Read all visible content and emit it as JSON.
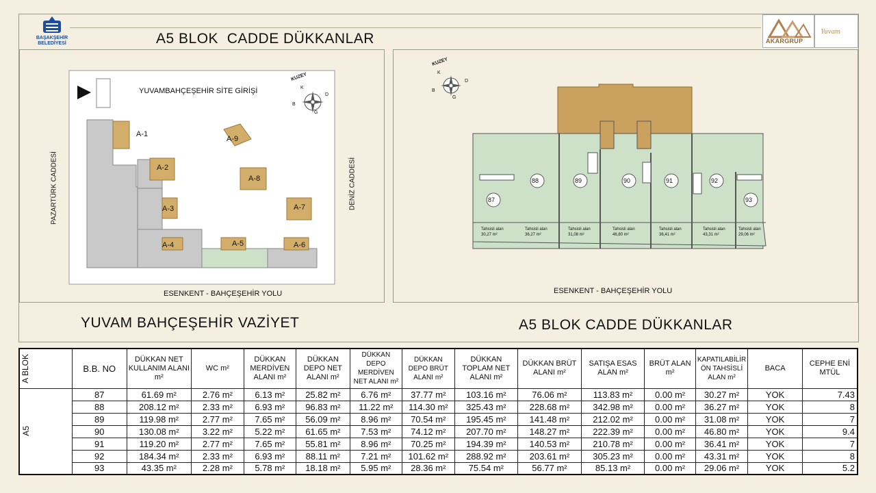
{
  "header": {
    "logo_text_1": "BAŞAKŞEHİR",
    "logo_text_2": "BELEDİYESİ",
    "title": "A5 BLOK  CADDE DÜKKANLAR",
    "brand_1": "AKARGRUP",
    "brand_2": "Yuvam"
  },
  "site_plan": {
    "entrance": "YUVAMBAHÇEŞEHİR SİTE GİRİŞİ",
    "left_road": "PAZARTÜRK CADDESİ",
    "right_road": "DENİZ CADDESİ",
    "bottom_road": "ESENKENT - BAHÇEŞEHİR YOLU",
    "compass": {
      "label": "KUZEY",
      "n": "K",
      "e": "D",
      "s": "G",
      "w": "B"
    },
    "blocks": [
      "A-1",
      "A-2",
      "A-3",
      "A-4",
      "A-5",
      "A-6",
      "A-7",
      "A-8",
      "A-9"
    ],
    "title": "YUVAM BAHÇEŞEHİR VAZİYET"
  },
  "floor_plan": {
    "road": "ESENKENT - BAHÇEŞEHİR YOLU",
    "compass": {
      "label": "KUZEY",
      "n": "K",
      "e": "D",
      "s": "G",
      "w": "B"
    },
    "units": [
      {
        "no": "87",
        "area_label": "Tahsisli alan",
        "area": "30,27 m²"
      },
      {
        "no": "88",
        "area_label": "Tahsisli alan",
        "area": "36,27 m²"
      },
      {
        "no": "89",
        "area_label": "Tahsisli alan",
        "area": "31,08 m²"
      },
      {
        "no": "90",
        "area_label": "Tahsisli alan",
        "area": "46,80 m²"
      },
      {
        "no": "91",
        "area_label": "Tahsisli alan",
        "area": "36,41 m²"
      },
      {
        "no": "92",
        "area_label": "Tahsisli alan",
        "area": "43,31 m²"
      },
      {
        "no": "93",
        "area_label": "Tahsisli alan",
        "area": "29,06 m²"
      }
    ],
    "title": "A5 BLOK CADDE DÜKKANLAR"
  },
  "table": {
    "headers": [
      "A BLOK",
      "B.B. NO",
      "DÜKKAN NET KULLANIM ALANI m²",
      "WC m²",
      "DÜKKAN MERDİVEN ALANI m²",
      "DÜKKAN DEPO NET ALANI m²",
      "DÜKKAN DEPO MERDİVEN NET ALANI m²",
      "DÜKKAN DEPO BRÜT ALANI m²",
      "DÜKKAN TOPLAM NET ALANI m²",
      "DÜKKAN BRÜT ALANI m²",
      "SATIŞA ESAS ALAN m²",
      "BRÜT ALAN m²",
      "KAPATILABİLİR ÖN TAHSİSLİ ALAN m²",
      "BACA",
      "CEPHE ENİ MTÜL"
    ],
    "block": "A5",
    "rows": [
      [
        "87",
        "61.69 m²",
        "2.76 m²",
        "6.13 m²",
        "25.82 m²",
        "6.76 m²",
        "37.77 m²",
        "103.16 m²",
        "76.06 m²",
        "113.83 m²",
        "0.00 m²",
        "30.27 m²",
        "YOK",
        "7.43"
      ],
      [
        "88",
        "208.12 m²",
        "2.33 m²",
        "6.93 m²",
        "96.83 m²",
        "11.22 m²",
        "114.30 m²",
        "325.43 m²",
        "228.68 m²",
        "342.98 m²",
        "0.00 m²",
        "36.27 m²",
        "YOK",
        "8"
      ],
      [
        "89",
        "119.98 m²",
        "2.77 m²",
        "7.65 m²",
        "56.09 m²",
        "8.96 m²",
        "70.54 m²",
        "195.45 m²",
        "141.48 m²",
        "212.02 m²",
        "0.00 m²",
        "31.08 m²",
        "YOK",
        "7"
      ],
      [
        "90",
        "130.08 m²",
        "3.22 m²",
        "5.22 m²",
        "61.65 m²",
        "7.53 m²",
        "74.12 m²",
        "207.70 m²",
        "148.27 m²",
        "222.39 m²",
        "0.00 m²",
        "46.80 m²",
        "YOK",
        "9.4"
      ],
      [
        "91",
        "119.20 m²",
        "2.77 m²",
        "7.65 m²",
        "55.81 m²",
        "8.96 m²",
        "70.25 m²",
        "194.39 m²",
        "140.53 m²",
        "210.78 m²",
        "0.00 m²",
        "36.41 m²",
        "YOK",
        "7"
      ],
      [
        "92",
        "184.34 m²",
        "2.33 m²",
        "6.93 m²",
        "88.11 m²",
        "7.21 m²",
        "101.62 m²",
        "288.92 m²",
        "203.61 m²",
        "305.23 m²",
        "0.00 m²",
        "43.31 m²",
        "YOK",
        "8"
      ],
      [
        "93",
        "43.35 m²",
        "2.28 m²",
        "5.78 m²",
        "18.18 m²",
        "5.95 m²",
        "28.36 m²",
        "75.54 m²",
        "56.77 m²",
        "85.13 m²",
        "0.00 m²",
        "29.06 m²",
        "YOK",
        "5.2"
      ]
    ]
  }
}
